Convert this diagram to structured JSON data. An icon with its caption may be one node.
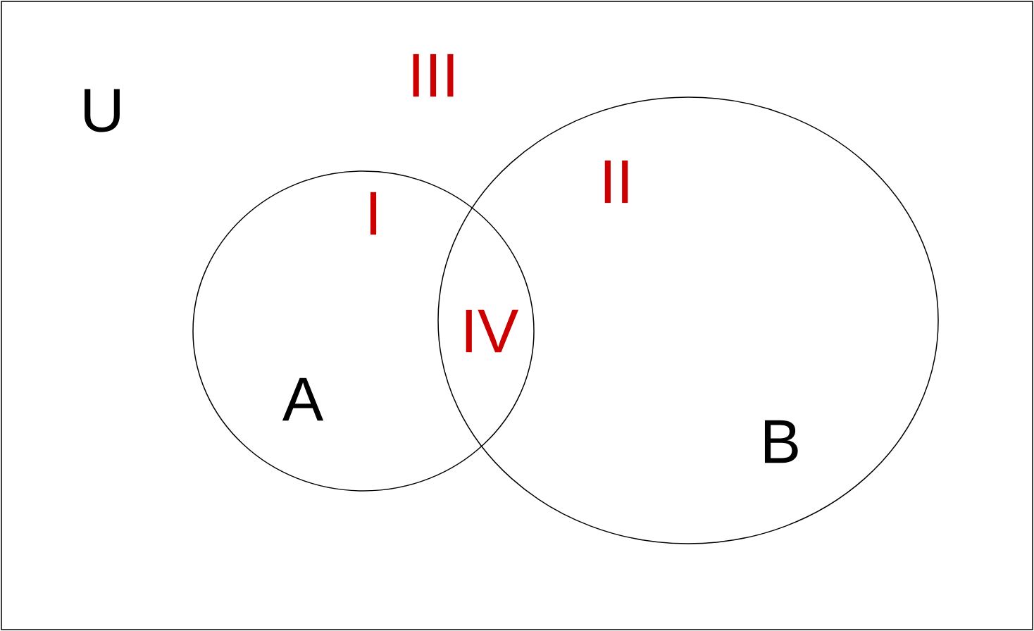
{
  "diagram": {
    "nodes": [
      {
        "text": [
          "U",
          "III"
        ]
      },
      {
        "text": [
          "I",
          "A"
        ],
        "in": 0
      },
      {
        "text": [
          "II",
          "B"
        ],
        "in": 0
      }
    ],
    "labels": [
      "IV"
    ]
  }
}
